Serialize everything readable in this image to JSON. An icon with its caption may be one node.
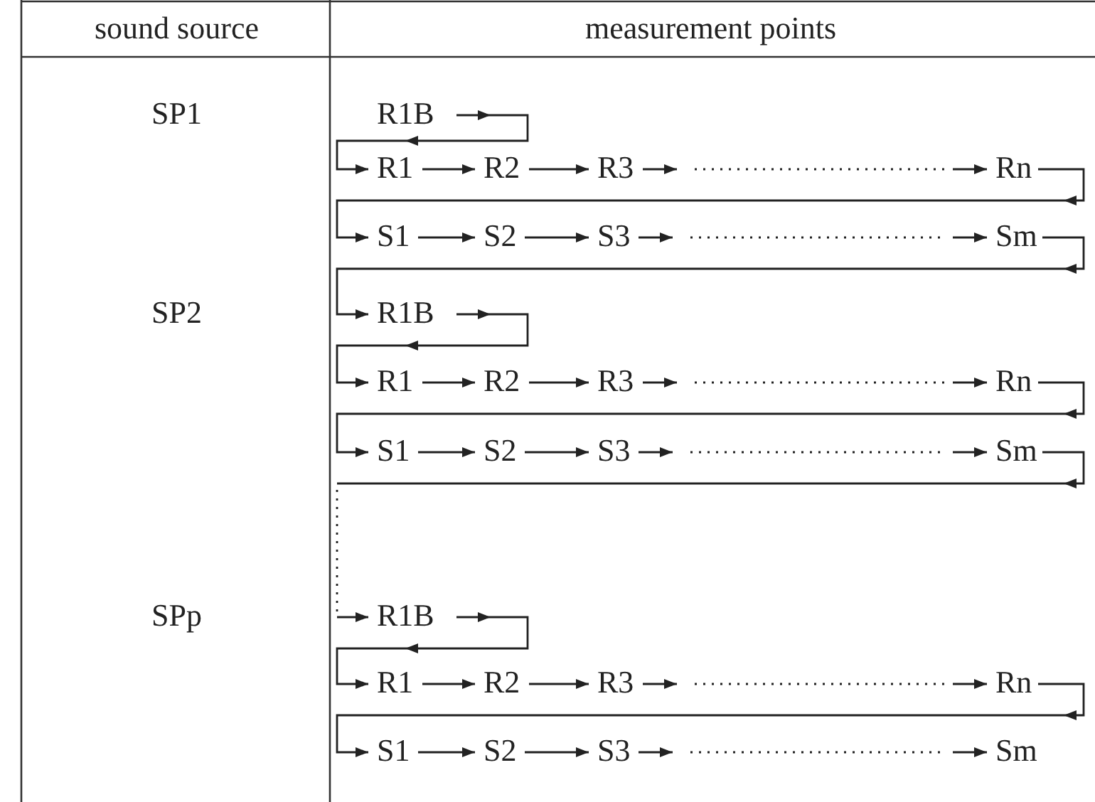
{
  "diagram": {
    "nodes": [
      {
        "text": [
          "R1B"
        ]
      },
      {
        "text": [
          "R1"
        ]
      },
      {
        "text": [
          "R2"
        ]
      },
      {
        "text": [
          "R3"
        ]
      },
      {
        "text": [
          "Rn"
        ]
      },
      {
        "text": [
          "S1"
        ]
      },
      {
        "text": [
          "S2"
        ]
      },
      {
        "text": [
          "S3"
        ]
      },
      {
        "text": [
          "Sm"
        ]
      },
      {
        "text": [
          "R1B"
        ]
      },
      {
        "text": [
          "R1"
        ]
      },
      {
        "text": [
          "R2"
        ]
      },
      {
        "text": [
          "R3"
        ]
      },
      {
        "text": [
          "Rn"
        ]
      },
      {
        "text": [
          "S1"
        ]
      },
      {
        "text": [
          "S2"
        ]
      },
      {
        "text": [
          "S3"
        ]
      },
      {
        "text": [
          "Sm"
        ]
      },
      {
        "text": [
          "R1B"
        ]
      },
      {
        "text": [
          "R1"
        ]
      },
      {
        "text": [
          "R2"
        ]
      },
      {
        "text": [
          "R3"
        ]
      },
      {
        "text": [
          "Rn"
        ]
      },
      {
        "text": [
          "S1"
        ]
      },
      {
        "text": [
          "S2"
        ]
      },
      {
        "text": [
          "S3"
        ]
      },
      {
        "text": [
          "Sm"
        ]
      }
    ],
    "edges": [
      {
        "from": 0,
        "to": 1,
        "arrow": "to"
      },
      {
        "from": 1,
        "to": 2,
        "arrow": "to"
      },
      {
        "from": 2,
        "to": 3,
        "arrow": "to"
      },
      {
        "from": 3,
        "to": 4,
        "arrow": "to",
        "style": "dashed"
      },
      {
        "from": 4,
        "to": 5,
        "arrow": "to"
      },
      {
        "from": 5,
        "to": 6,
        "arrow": "to"
      },
      {
        "from": 6,
        "to": 7,
        "arrow": "to"
      },
      {
        "from": 7,
        "to": 8,
        "arrow": "to",
        "style": "dashed"
      },
      {
        "from": 8,
        "to": 9,
        "arrow": "to"
      },
      {
        "from": 9,
        "to": 10,
        "arrow": "to"
      },
      {
        "from": 10,
        "to": 11,
        "arrow": "to"
      },
      {
        "from": 11,
        "to": 12,
        "arrow": "to"
      },
      {
        "from": 12,
        "to": 13,
        "arrow": "to",
        "style": "dashed"
      },
      {
        "from": 13,
        "to": 14,
        "arrow": "to"
      },
      {
        "from": 14,
        "to": 15,
        "arrow": "to"
      },
      {
        "from": 15,
        "to": 16,
        "arrow": "to"
      },
      {
        "from": 16,
        "to": 17,
        "arrow": "to",
        "style": "dashed"
      },
      {
        "from": 17,
        "to": 18,
        "arrow": "to",
        "style": "dashed"
      },
      {
        "from": 18,
        "to": 19,
        "arrow": "to"
      },
      {
        "from": 19,
        "to": 20,
        "arrow": "to"
      },
      {
        "from": 20,
        "to": 21,
        "arrow": "to"
      },
      {
        "from": 21,
        "to": 22,
        "arrow": "to",
        "style": "dashed"
      },
      {
        "from": 22,
        "to": 23,
        "arrow": "to"
      },
      {
        "from": 23,
        "to": 24,
        "arrow": "to"
      },
      {
        "from": 24,
        "to": 25,
        "arrow": "to"
      },
      {
        "from": 25,
        "to": 26,
        "arrow": "to",
        "style": "dashed"
      }
    ],
    "labels": [
      "sound source",
      "measurement points",
      "SP1",
      "SP2",
      "SPp"
    ]
  }
}
